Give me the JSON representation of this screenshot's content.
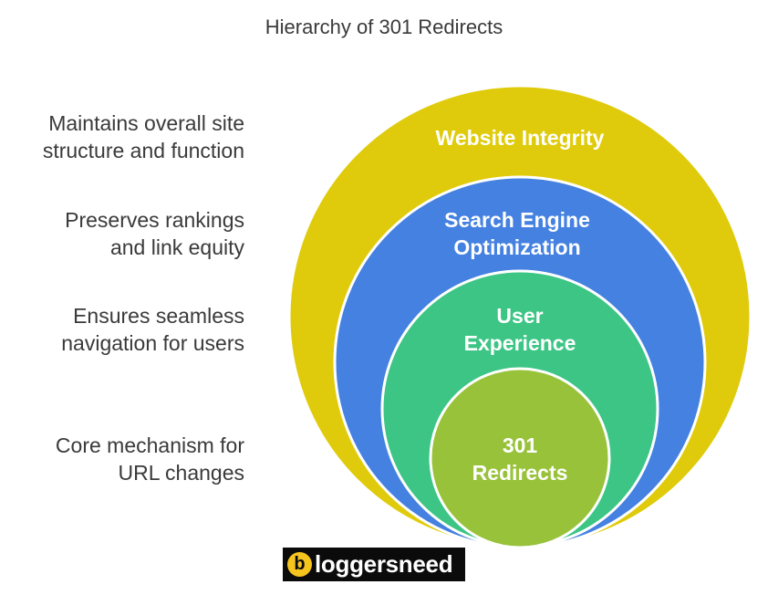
{
  "title": "Hierarchy of 301 Redirects",
  "rings": [
    {
      "id": "website-integrity",
      "lines": [
        "Website Integrity"
      ],
      "color": "#dfcb0b"
    },
    {
      "id": "search-engine-optimization",
      "lines": [
        "Search Engine",
        "Optimization"
      ],
      "color": "#4481e0"
    },
    {
      "id": "user-experience",
      "lines": [
        "User",
        "Experience"
      ],
      "color": "#3cc585"
    },
    {
      "id": "301-redirects",
      "lines": [
        "301",
        "Redirects"
      ],
      "color": "#98c23a"
    }
  ],
  "descriptions": [
    {
      "lines": [
        "Maintains overall site",
        "structure and function"
      ]
    },
    {
      "lines": [
        "Preserves rankings",
        "and link equity"
      ]
    },
    {
      "lines": [
        "Ensures seamless",
        "navigation for users"
      ]
    },
    {
      "lines": [
        "Core mechanism for",
        "URL changes"
      ]
    }
  ],
  "brand": {
    "badge": "b",
    "name": "loggersneed",
    "badge_color": "#f5c51e"
  }
}
